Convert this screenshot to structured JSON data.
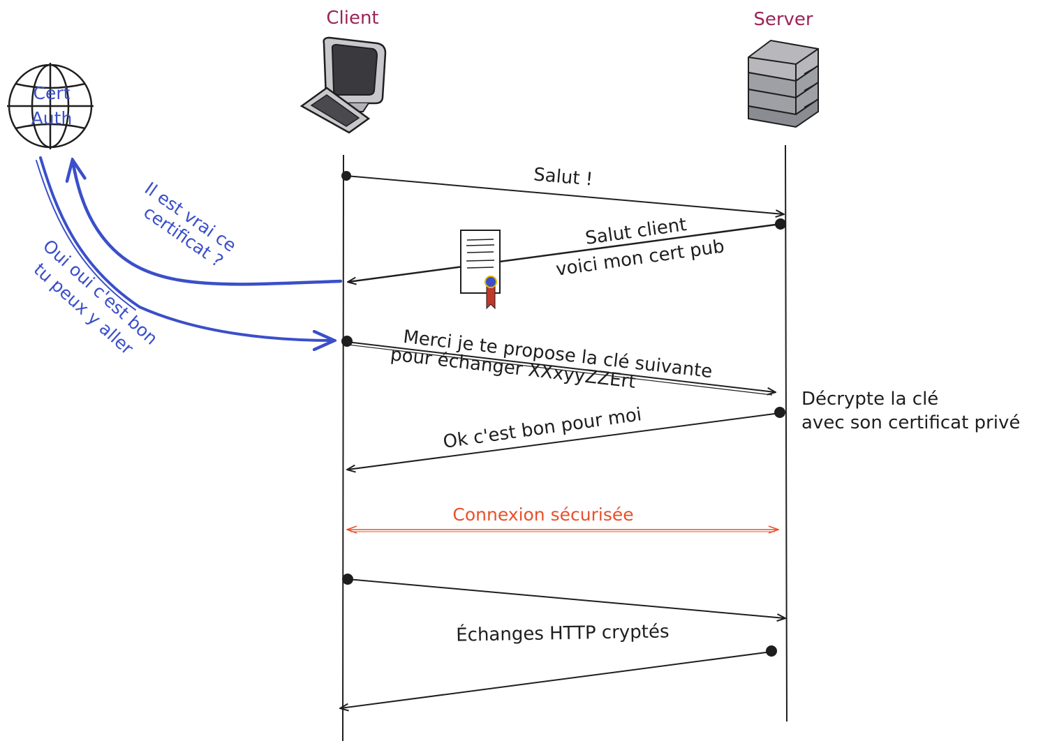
{
  "actors": {
    "client": "Client",
    "server": "Server",
    "cert_auth": [
      "Cert",
      "Auth"
    ]
  },
  "messages": {
    "m1": "Salut !",
    "m2_line1": "Salut client",
    "m2_line2": "voici mon cert pub",
    "m3_line1": "Merci je te propose la clé suivante",
    "m3_line2": "pour échanger XXxyyZZErt",
    "m4": "Ok c'est bon pour moi",
    "secure": "Connexion sécurisée",
    "http": "Échanges HTTP cryptés"
  },
  "notes": {
    "server_line1": "Décrypte la clé",
    "server_line2": "avec son certificat privé",
    "ask_line1": "Il est vrai ce",
    "ask_line2": "certificat ?",
    "answer_line1": "Oui oui c'est bon",
    "answer_line2": "tu peux y aller"
  },
  "icons": {
    "client": "desktop-computer-icon",
    "server": "server-rack-icon",
    "cert_auth": "globe-icon",
    "certificate": "certificate-document-icon"
  },
  "colors": {
    "role_text": "#9c2458",
    "ca_exchange": "#3a4fc9",
    "secure_channel": "#e8502a",
    "line": "#1e1e1e"
  }
}
